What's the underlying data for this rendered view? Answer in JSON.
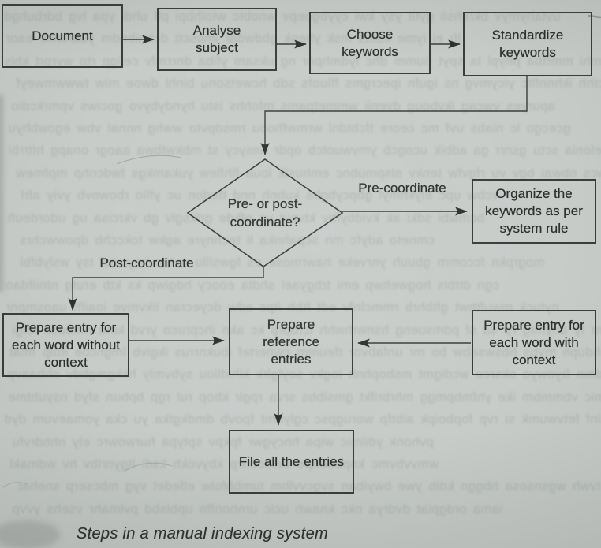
{
  "diagram": {
    "nodes": {
      "document": [
        "Document"
      ],
      "analyse": [
        "Analyse",
        "subject"
      ],
      "choose": [
        "Choose",
        "keywords"
      ],
      "standardize": [
        "Standardize",
        "keywords"
      ],
      "decision": [
        "Pre- or post-",
        "coordinate?"
      ],
      "organize": [
        "Organize the",
        "keywords as per",
        "system rule"
      ],
      "prepare_without_context": [
        "Prepare entry for",
        "each word without",
        "context"
      ],
      "prepare_reference": [
        "Prepare",
        "reference",
        "entries"
      ],
      "prepare_with_context": [
        "Prepare entry for",
        "each word with",
        "context"
      ],
      "file_entries": [
        "File all the entries"
      ]
    },
    "edge_labels": {
      "pre_coordinate": "Pre-coordinate",
      "post_coordinate": "Post-coordinate"
    },
    "caption": "Steps in a manual indexing system"
  },
  "colors": {
    "paper": "#c8ccc9",
    "ink_line": "#3a3d3b",
    "ink_text": "#2b2f2d",
    "bleed_text": "#99a19d"
  }
}
